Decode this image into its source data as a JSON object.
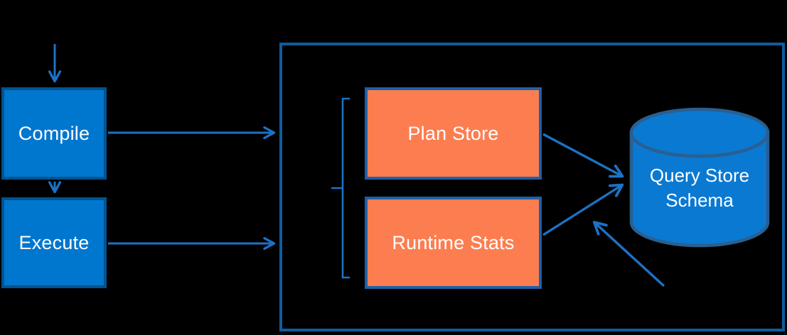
{
  "diagram": {
    "title": "Query Store architecture diagram",
    "nodes": {
      "compile": {
        "label": "Compile"
      },
      "execute": {
        "label": "Execute"
      },
      "plan_store": {
        "label": "Plan Store"
      },
      "runtime_stats": {
        "label": "Runtime Stats"
      },
      "query_store_schema": {
        "label": "Query Store Schema"
      }
    },
    "connectors": [
      "arrow-into-compile",
      "arrow-compile-to-execute",
      "arrow-compile-to-container",
      "arrow-execute-to-container",
      "arrow-plan-store-to-schema",
      "arrow-runtime-stats-to-schema",
      "arrow-async-write-to-schema",
      "brace-grouping-stores"
    ],
    "colors": {
      "background": "#000000",
      "process_fill": "#0077CE",
      "process_border": "#005490",
      "store_fill": "#FC7E50",
      "store_border": "#1F5FA8",
      "container_border": "#0E5C9E",
      "connector": "#1C72C4",
      "cylinder_fill": "#0A79D2",
      "cylinder_border": "#2A5F8F",
      "text": "#FFFFFF"
    }
  }
}
